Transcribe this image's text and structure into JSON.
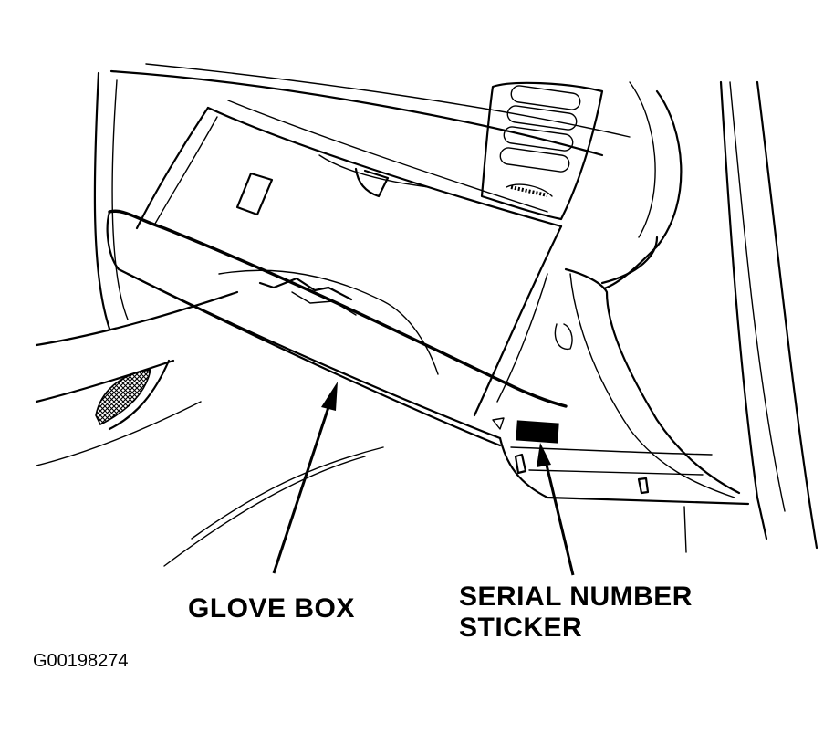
{
  "labels": {
    "glove_box": "GLOVE BOX",
    "serial_number_line1": "SERIAL NUMBER",
    "serial_number_line2": "STICKER"
  },
  "figure_id": "G00198274",
  "colors": {
    "line": "#000000",
    "background": "#ffffff"
  }
}
